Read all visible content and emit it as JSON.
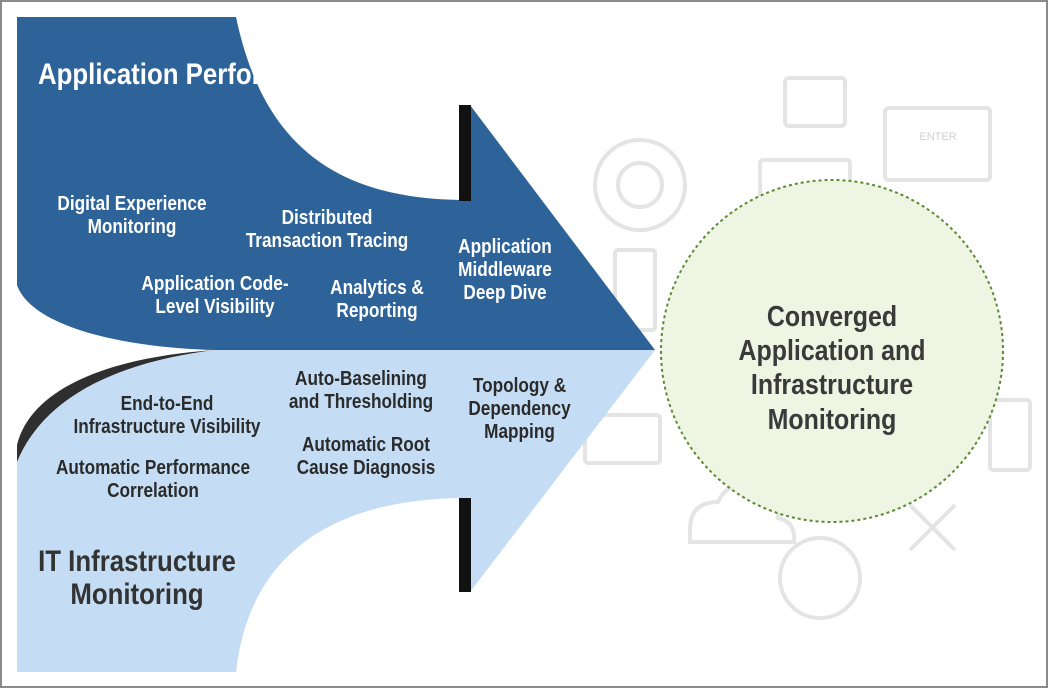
{
  "apm": {
    "title": "Application Performance Monitoring",
    "items": [
      "Digital Experience Monitoring",
      "Distributed Transaction Tracing",
      "Application Code-Level Visibility",
      "Analytics & Reporting",
      "Application Middleware Deep Dive"
    ]
  },
  "itim": {
    "title": "IT Infrastructure Monitoring",
    "items": [
      "End-to-End Infrastructure Visibility",
      "Automatic Performance Correlation",
      "Auto-Baselining and Thresholding",
      "Automatic Root Cause Diagnosis",
      "Topology & Dependency Mapping"
    ]
  },
  "converged": {
    "title": "Converged Application and Infrastructure Monitoring"
  },
  "background_icon_text": "ENTER",
  "colors": {
    "apm_blue": "#2d6399",
    "itim_light_blue": "#c4ddf4",
    "circle_fill": "#eef5e3",
    "circle_border": "#5d8a33",
    "bar_black": "#111111"
  }
}
